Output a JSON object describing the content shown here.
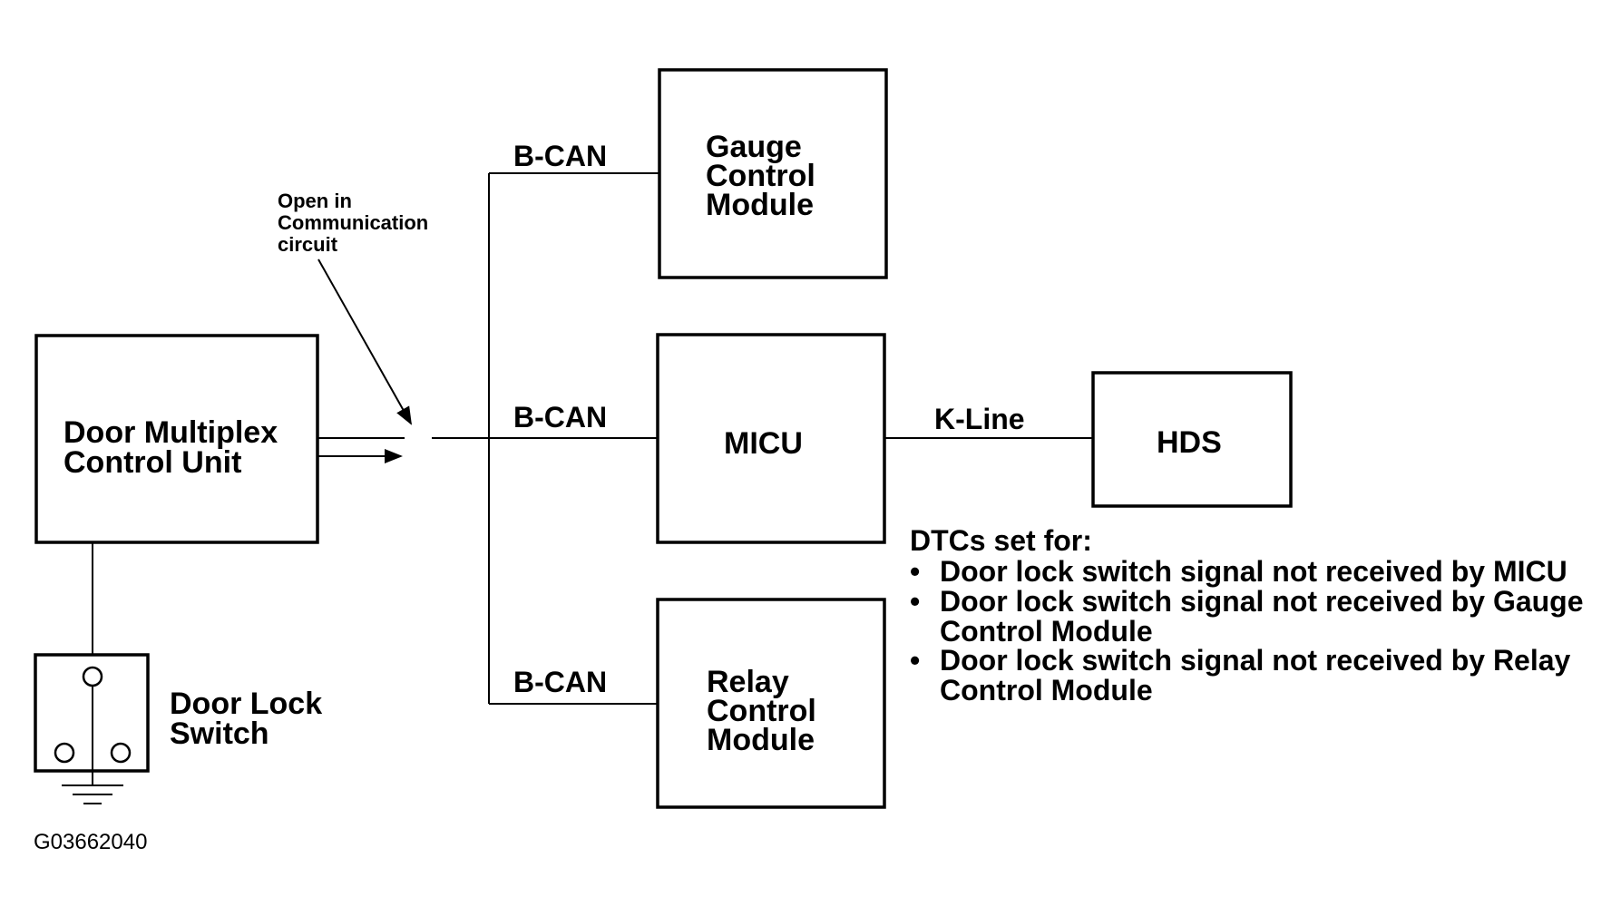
{
  "modules": {
    "door_mcu": [
      "Door Multiplex",
      "Control Unit"
    ],
    "gauge": [
      "Gauge",
      "Control",
      "Module"
    ],
    "micu": "MICU",
    "relay": [
      "Relay",
      "Control",
      "Module"
    ],
    "hds": "HDS"
  },
  "switch_label": [
    "Door Lock",
    "Switch"
  ],
  "bus_labels": {
    "top": "B-CAN",
    "middle": "B-CAN",
    "bottom": "B-CAN",
    "kline": "K-Line"
  },
  "fault_annotation": [
    "Open in",
    "Communication",
    "circuit"
  ],
  "dtc": {
    "heading": "DTCs set for:",
    "bullet": "•",
    "items": [
      [
        "Door lock switch signal not received by MICU"
      ],
      [
        "Door lock switch signal not received by Gauge",
        "Control Module"
      ],
      [
        "Door lock switch signal not received by Relay",
        "Control Module"
      ]
    ]
  },
  "figure_code": "G03662040"
}
